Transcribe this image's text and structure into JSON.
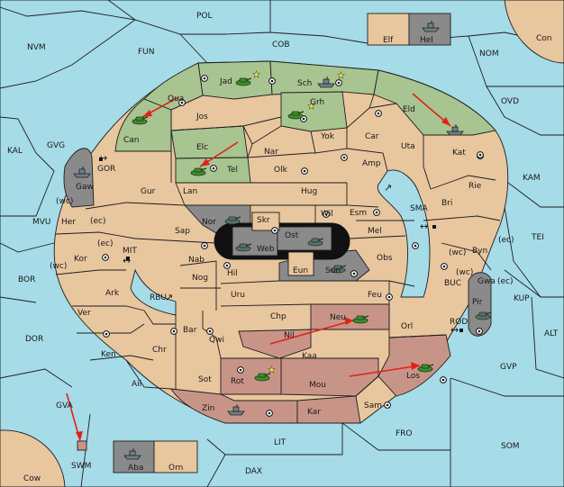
{
  "title": "",
  "colors": {
    "sea": "#a6dbe8",
    "neutral_land": "#e8c69e",
    "green_power": "#a8c490",
    "red_power": "#c99488",
    "grey_power": "#8a8a8a",
    "order_arrow": "#e0221a"
  },
  "provinces": {
    "POL": "POL",
    "COB": "COB",
    "FUN": "FUN",
    "NVM": "NVM",
    "NOM": "NOM",
    "Con": "Con",
    "OVD": "OVD",
    "KAL": "KAL",
    "GVG": "GVG",
    "GOR": "GOR",
    "KAM": "KAM",
    "MVU": "MVU",
    "MIT": "MIT",
    "SMA": "SMA",
    "TEI": "TEI",
    "BOR": "BOR",
    "RBU": "RBU",
    "BUC": "BUC",
    "KUP": "KUP",
    "DOR": "DOR",
    "ROD": "ROD",
    "ALT": "ALT",
    "GVP": "GVP",
    "GVA": "GVA",
    "FRO": "FRO",
    "SOM": "SOM",
    "LIT": "LIT",
    "SWM": "SWM",
    "DAX": "DAX",
    "Cow": "Cow",
    "Elf": "Elf",
    "Hel": "Hel",
    "Jad": "Jad",
    "Sch": "Sch",
    "Qua": "Qua",
    "Jos": "Jos",
    "Grh": "Grh",
    "Eld": "Eld",
    "Can": "Can",
    "Elc": "Elc",
    "Nar": "Nar",
    "Yok": "Yok",
    "Car": "Car",
    "Uta": "Uta",
    "Kat": "Kat",
    "Tel": "Tel",
    "Olk": "Olk",
    "Amp": "Amp",
    "Gaw": "Gaw",
    "Gur": "Gur",
    "Lan": "Lan",
    "Hug": "Hug",
    "Rie": "Rie",
    "Wil": "Wil",
    "Esm": "Esm",
    "Bri": "Bri",
    "Her": "Her",
    "Nor": "Nor",
    "Skr": "Skr",
    "Sap": "Sap",
    "Ost": "Ost",
    "Mel": "Mel",
    "Web": "Web",
    "Byn": "Byn",
    "Kor": "Kor",
    "Nab": "Nab",
    "Eun": "Eun",
    "Obs": "Obs",
    "Hil": "Hil",
    "Sun": "Sun",
    "Gwa": "Gwa",
    "Nog": "Nog",
    "Ark": "Ark",
    "Uru": "Uru",
    "Feu": "Feu",
    "Pir": "Pir",
    "Chp": "Chp",
    "Ver": "Ver",
    "Neu": "Neu",
    "Bar": "Bar",
    "Orl": "Orl",
    "Qwi": "Qwi",
    "Nil": "Nil",
    "Ken": "Ken",
    "Chr": "Chr",
    "Kaa": "Kaa",
    "Los": "Los",
    "Rot": "Rot",
    "Sot": "Sot",
    "Ail": "Ail",
    "Mou": "Mou",
    "Zin": "Zin",
    "Kar": "Kar",
    "Sam": "Sam",
    "Aba": "Aba",
    "Orn": "Orn"
  },
  "coast_labels": {
    "wc": "(wc)",
    "ec": "(ec)"
  },
  "units": [
    {
      "type": "army",
      "power": "green",
      "at": "Qua"
    },
    {
      "type": "army",
      "power": "green",
      "at": "Jad"
    },
    {
      "type": "fleet",
      "power": "green",
      "at": "Sch"
    },
    {
      "type": "army",
      "power": "green",
      "at": "Grh"
    },
    {
      "type": "fleet",
      "power": "green",
      "at": "Eld"
    },
    {
      "type": "army",
      "power": "green",
      "at": "Elc"
    },
    {
      "type": "fleet",
      "power": "grey",
      "at": "Gaw"
    },
    {
      "type": "army",
      "power": "grey",
      "at": "Nor"
    },
    {
      "type": "army",
      "power": "grey",
      "at": "Web"
    },
    {
      "type": "army",
      "power": "grey",
      "at": "Ost"
    },
    {
      "type": "army",
      "power": "grey",
      "at": "Sun"
    },
    {
      "type": "army",
      "power": "grey",
      "at": "Pir"
    },
    {
      "type": "fleet",
      "power": "grey",
      "at": "Hel"
    },
    {
      "type": "fleet",
      "power": "grey",
      "at": "Aba"
    },
    {
      "type": "army",
      "power": "red",
      "at": "Nil"
    },
    {
      "type": "army",
      "power": "red",
      "at": "Mou"
    },
    {
      "type": "army",
      "power": "red",
      "at": "Rot"
    },
    {
      "type": "fleet",
      "power": "red",
      "at": "Zin"
    }
  ]
}
